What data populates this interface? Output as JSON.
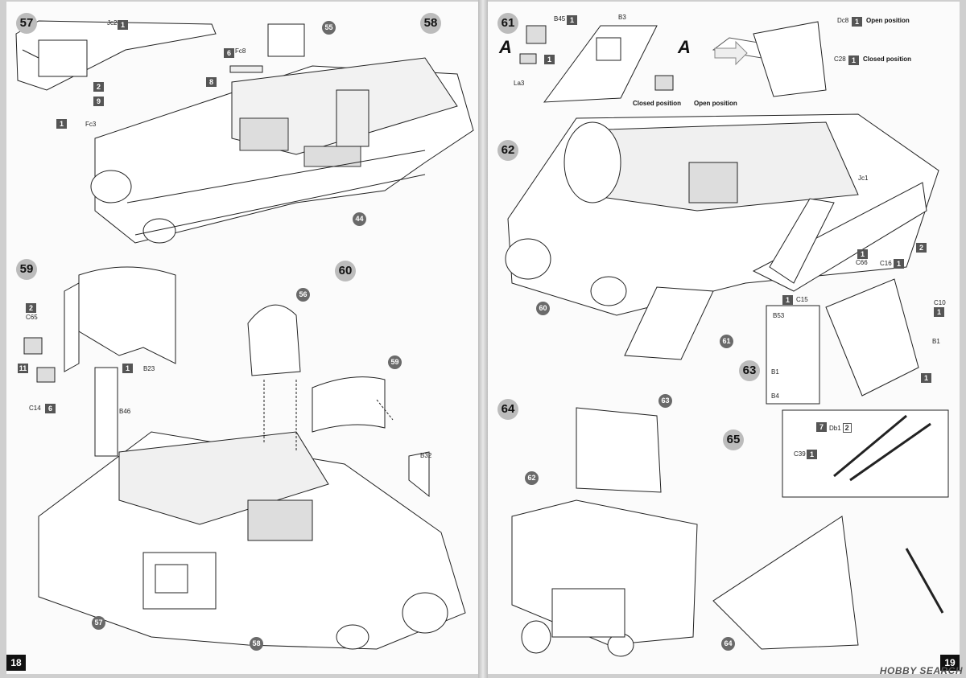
{
  "pages": {
    "left": {
      "number": "18",
      "steps": [
        "57",
        "58",
        "59",
        "60"
      ],
      "labels": [
        "Jc2",
        "Fc3",
        "Fc8",
        "C65",
        "B23",
        "C14",
        "B46",
        "B32"
      ],
      "qty": [
        "1",
        "2",
        "9",
        "1",
        "6",
        "8",
        "2",
        "1",
        "11",
        "6"
      ],
      "callouts": [
        "55",
        "44",
        "56",
        "59",
        "57",
        "58"
      ]
    },
    "right": {
      "number": "19",
      "steps": [
        "61",
        "62",
        "63",
        "64",
        "65"
      ],
      "marker_letter": "A",
      "labels": [
        "B45",
        "B3",
        "La3",
        "Dc8",
        "C28",
        "Jc1",
        "C66",
        "C16",
        "C15",
        "C10",
        "B53",
        "B1",
        "B1",
        "B4",
        "Db1",
        "C39"
      ],
      "qty": [
        "1",
        "1",
        "1",
        "1",
        "1",
        "1",
        "1",
        "2",
        "1",
        "1",
        "7",
        "1"
      ],
      "notes": {
        "open_position": "Open position",
        "closed_position": "Closed position",
        "closed_position_a": "Closed position",
        "open_position_a": "Open position"
      },
      "db1_sub": "2",
      "callouts": [
        "60",
        "61",
        "63",
        "62",
        "64"
      ]
    }
  },
  "watermark": "HOBBY SEARCH"
}
